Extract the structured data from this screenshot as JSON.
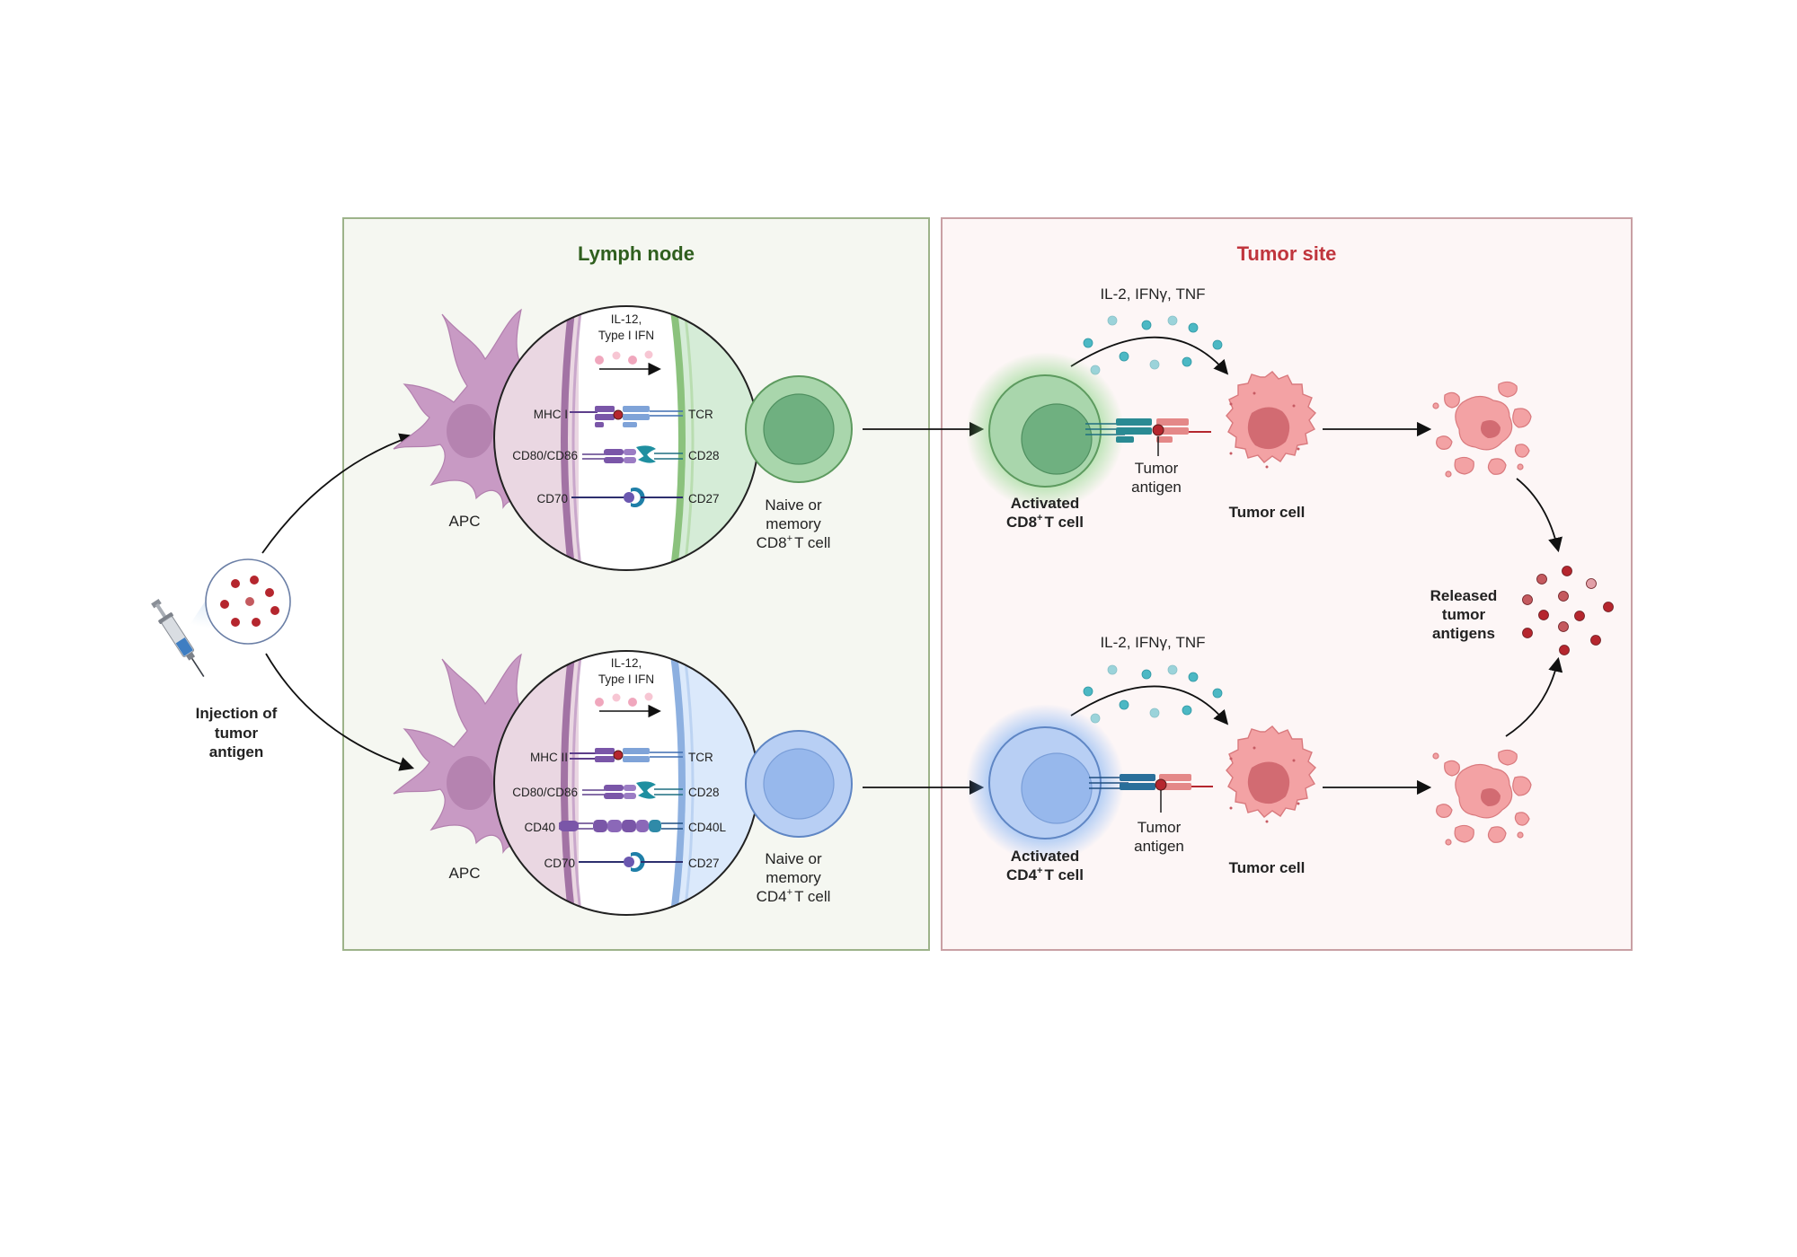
{
  "panels": {
    "lymph_node_title": "Lymph node",
    "tumor_site_title": "Tumor site"
  },
  "injection": {
    "line1": "Injection of",
    "line2": "tumor",
    "line3": "antigen"
  },
  "top_synapse": {
    "apc_label": "APC",
    "cytokine_line1": "IL-12,",
    "cytokine_line2": "Type I IFN",
    "mhc": "MHC I",
    "tcr": "TCR",
    "cd80": "CD80/CD86",
    "cd28": "CD28",
    "cd70": "CD70",
    "cd27": "CD27",
    "tcell_line1": "Naive or",
    "tcell_line2": "memory",
    "tcell_line3": "CD8",
    "tcell_sup": "+",
    "tcell_line3b": "T cell"
  },
  "bottom_synapse": {
    "apc_label": "APC",
    "cytokine_line1": "IL-12,",
    "cytokine_line2": "Type I IFN",
    "mhc": "MHC II",
    "tcr": "TCR",
    "cd80": "CD80/CD86",
    "cd28": "CD28",
    "cd40": "CD40",
    "cd40l": "CD40L",
    "cd70": "CD70",
    "cd27": "CD27",
    "tcell_line1": "Naive or",
    "tcell_line2": "memory",
    "tcell_line3": "CD4",
    "tcell_sup": "+",
    "tcell_line3b": "T cell"
  },
  "tumor_top": {
    "cytokines": "IL-2, IFNγ, TNF",
    "activated_line1": "Activated",
    "activated_line2": "CD8",
    "activated_sup": "+",
    "activated_line2b": "T cell",
    "antigen_line1": "Tumor",
    "antigen_line2": "antigen",
    "tumor_cell": "Tumor cell"
  },
  "tumor_bottom": {
    "cytokines": "IL-2, IFNγ, TNF",
    "activated_line1": "Activated",
    "activated_line2": "CD4",
    "activated_sup": "+",
    "activated_line2b": "T cell",
    "antigen_line1": "Tumor",
    "antigen_line2": "antigen",
    "tumor_cell": "Tumor cell"
  },
  "released": {
    "line1": "Released",
    "line2": "tumor",
    "line3": "antigens"
  },
  "colors": {
    "lymph_border": "#9db38a",
    "lymph_bg": "#f5f7f1",
    "lymph_title": "#2f5f1e",
    "tumor_border": "#c9a0a4",
    "tumor_bg": "#fdf6f6",
    "tumor_title": "#c0353d",
    "apc": "#c89ac4",
    "cd8_green": "#8cc79a",
    "cd4_blue": "#9dbdf0",
    "tumor_pink": "#f0959a",
    "antigen_red": "#b5262e"
  }
}
